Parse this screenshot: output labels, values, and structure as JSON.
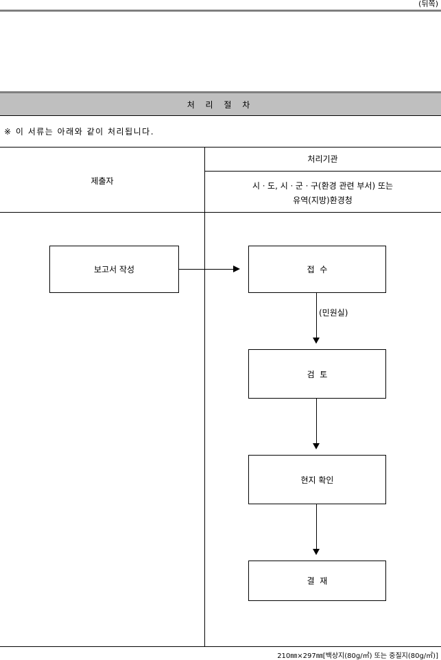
{
  "page_side": "(뒤쪽)",
  "section_title": "처 리 절 차",
  "note": "※ 이 서류는 아래와 같이 처리됩니다.",
  "columns": {
    "submitter": "제출자",
    "agency_header": "처리기관",
    "agency_line1": "시ㆍ도, 시ㆍ군ㆍ구(환경 관련 부서) 또는",
    "agency_line2": "유역(지방)환경청"
  },
  "flow": {
    "step_write": "보고서 작성",
    "step_receive": "접  수",
    "receive_note": "(민원실)",
    "step_review": "검  토",
    "step_site_check": "현지 확인",
    "step_approve": "결  재"
  },
  "footer": "210㎜×297㎜[백상지(80g/㎡) 또는 중질지(80g/㎡)]"
}
